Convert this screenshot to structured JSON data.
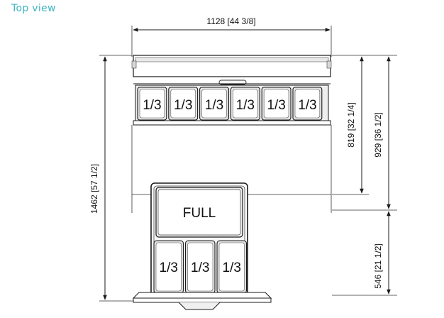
{
  "view_title": "Top view",
  "dimensions": {
    "overall_width": "1128 [44 3/8]",
    "depth_top_section": "819 [32 1/4]",
    "depth_with_lid": "929 [36 1/2]",
    "overall_depth_open": "1462 [57 1/2]",
    "drawer_extension": "546 [21 1/2]"
  },
  "top_pans": [
    "1/3",
    "1/3",
    "1/3",
    "1/3",
    "1/3",
    "1/3"
  ],
  "drawer": {
    "full_pan": "FULL",
    "small_pans": [
      "1/3",
      "1/3",
      "1/3"
    ]
  }
}
